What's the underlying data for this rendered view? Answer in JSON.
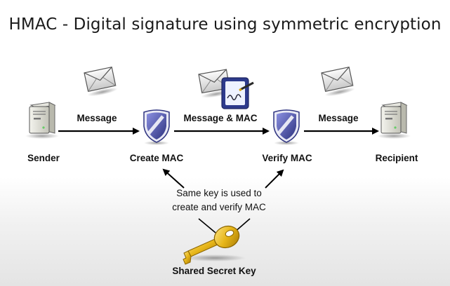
{
  "title": "HMAC - Digital signature using symmetric encryption",
  "nodes": {
    "sender": "Sender",
    "create_mac": "Create MAC",
    "verify_mac": "Verify MAC",
    "recipient": "Recipient",
    "shared_key": "Shared Secret Key"
  },
  "edges": {
    "sender_to_create": "Message",
    "create_to_verify": "Message & MAC",
    "verify_to_recipient": "Message"
  },
  "note": {
    "line1": "Same key is used to",
    "line2": "create and verify MAC"
  },
  "icons": {
    "computer": "server-computer-icon",
    "envelope": "envelope-icon",
    "shield": "shield-icon",
    "certificate": "signed-document-icon",
    "key": "key-icon"
  },
  "colors": {
    "shield_fill": "#5b5fb0",
    "key_gold": "#e7b619"
  }
}
